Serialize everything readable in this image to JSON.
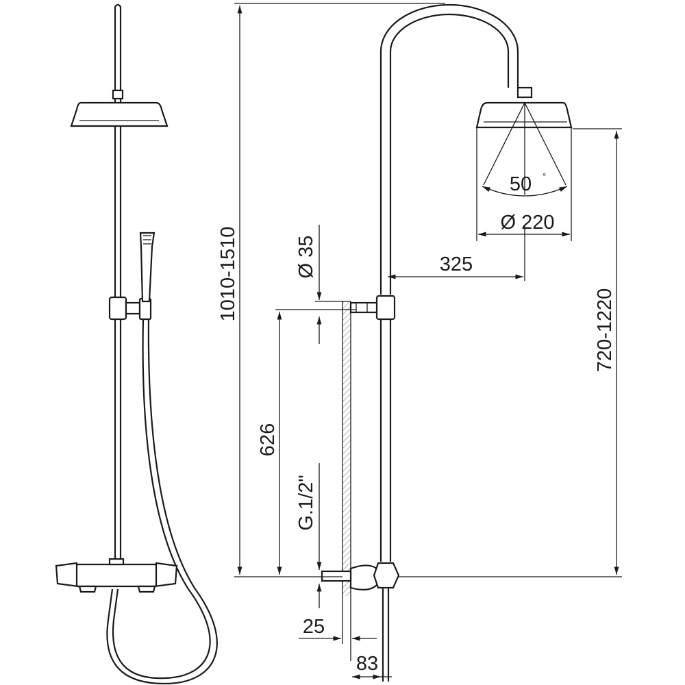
{
  "dimensions": {
    "total_height": "1010-1510",
    "pipe_diameter": "Ø 35",
    "inlet_height": "626",
    "thread": "G.1/2\"",
    "wall_offset": "25",
    "bar_offset": "83",
    "arm_reach": "325",
    "spray_angle": "50",
    "spray_angle_unit": "°",
    "head_diameter": "Ø 220",
    "head_height": "720-1220"
  },
  "colors": {
    "line": "#1a1a1a",
    "wall_hatch": "#9a9a9a"
  }
}
